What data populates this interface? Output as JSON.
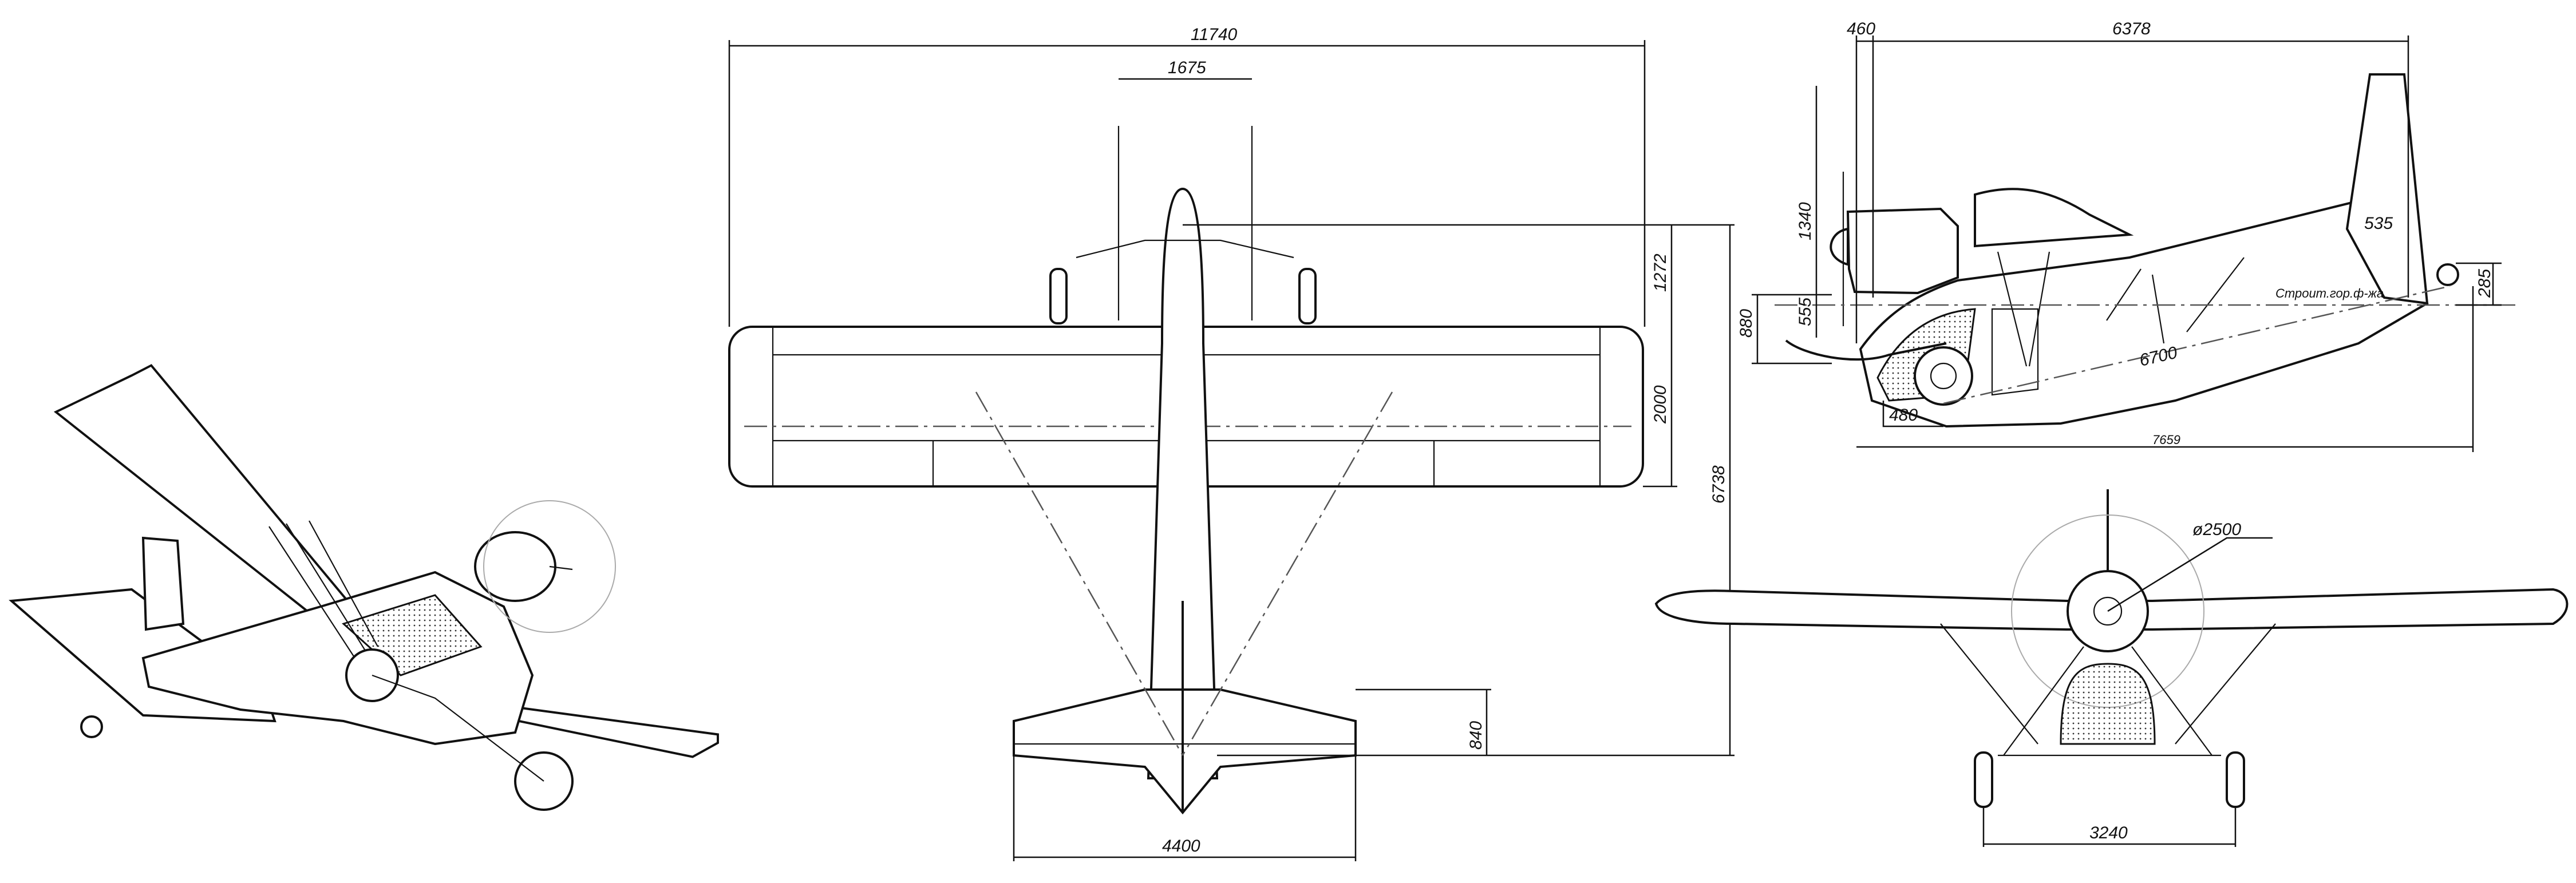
{
  "title": "Three-view drawing of a light high-wing aircraft",
  "colors": {
    "line": "#111111",
    "background": "#ffffff"
  },
  "top_view": {
    "span": "11740",
    "strut_spacing": "1675",
    "nose_to_wing_le": "1272",
    "wing_chord": "2000",
    "overall_length": "6738",
    "tail_chord": "840",
    "tail_span": "4400"
  },
  "side_view": {
    "prop_offset": "460",
    "engine_to_fin": "6378",
    "height_top": "1340",
    "height_lower": "555",
    "gear_height": "880",
    "stab_offset": "535",
    "tailwheel_height": "285",
    "wheelbase": "6700",
    "main_wheel_offset": "480",
    "total_length": "7659",
    "datum_note": "Строит.гор.ф-жа"
  },
  "front_view": {
    "prop_diameter": "ø2500",
    "track": "3240"
  }
}
